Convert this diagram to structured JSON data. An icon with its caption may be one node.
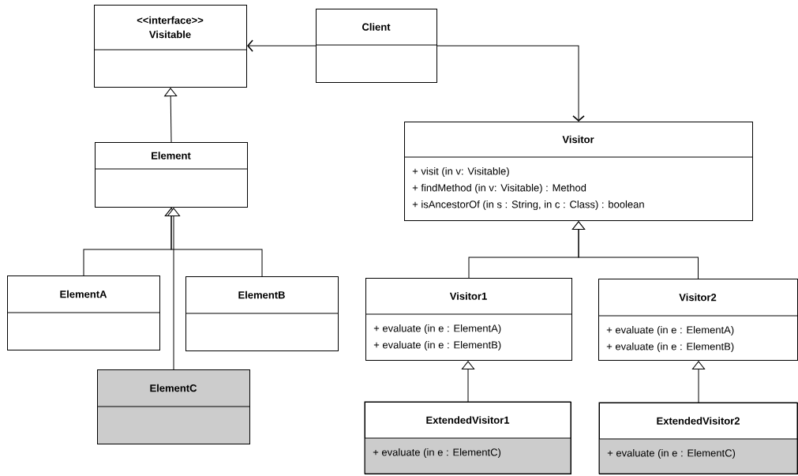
{
  "diagram": {
    "nodes": [
      {
        "text": [
          "<<interface>>",
          "Visitable"
        ]
      },
      {
        "text": [
          "Client"
        ]
      },
      {
        "text": [
          "Element"
        ]
      },
      {
        "text": [
          "Visitor",
          "+ visit (in v: Visitable)",
          "+ findMethod (in v: Visitable) : Method",
          "+ isAncestorOf (in s : String, in c : Class) : boolean"
        ]
      },
      {
        "text": [
          "ElementA"
        ]
      },
      {
        "text": [
          "ElementB"
        ]
      },
      {
        "text": [
          "ElementC"
        ]
      },
      {
        "text": [
          "Visitor1",
          "+ evaluate (in e : ElementA)",
          "+ evaluate (in e : ElementB)"
        ]
      },
      {
        "text": [
          "Visitor2",
          "+ evaluate (in e : ElementA)",
          "+ evaluate (in e : ElementB)"
        ]
      },
      {
        "text": [
          "ExtendedVisitor1",
          "+ evaluate (in e : ElementC)"
        ]
      },
      {
        "text": [
          "ExtendedVisitor2",
          "+ evaluate (in e : ElementC)"
        ]
      }
    ],
    "edges": [
      {
        "from": 1,
        "to": 0,
        "arrow": "to"
      },
      {
        "from": 1,
        "to": 3,
        "arrow": "to"
      },
      {
        "from": 2,
        "to": 0,
        "arrow": "to"
      },
      {
        "from": 4,
        "to": 2,
        "arrow": "to"
      },
      {
        "from": 5,
        "to": 2,
        "arrow": "to"
      },
      {
        "from": 6,
        "to": 2,
        "arrow": "to"
      },
      {
        "from": 7,
        "to": 3,
        "arrow": "to"
      },
      {
        "from": 8,
        "to": 3,
        "arrow": "to"
      },
      {
        "from": 9,
        "to": 7,
        "arrow": "to"
      },
      {
        "from": 10,
        "to": 8,
        "arrow": "to"
      }
    ]
  }
}
